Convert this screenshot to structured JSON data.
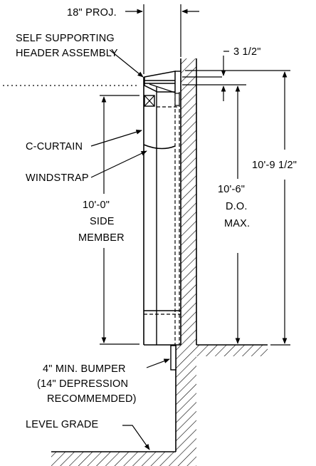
{
  "labels": {
    "projection": "18\" PROJ.",
    "header_line1": "SELF SUPPORTING",
    "header_line2": "HEADER ASSEMBLY",
    "header_gap": "3 1/2\"",
    "c_curtain": "C-CURTAIN",
    "windstrap": "WINDSTRAP",
    "side_member_line1": "10'-0\"",
    "side_member_line2": "SIDE",
    "side_member_line3": "MEMBER",
    "door_opening_line1": "10'-6\"",
    "door_opening_line2": "D.O.",
    "door_opening_line3": "MAX.",
    "overall_height": "10'-9 1/2\"",
    "bumper_line1": "4\" MIN. BUMPER",
    "bumper_line2": "(14\" DEPRESSION",
    "bumper_line3": "RECOMMEMDED)",
    "level_grade": "LEVEL GRADE"
  },
  "colors": {
    "ink": "#000000",
    "paper": "#ffffff"
  }
}
